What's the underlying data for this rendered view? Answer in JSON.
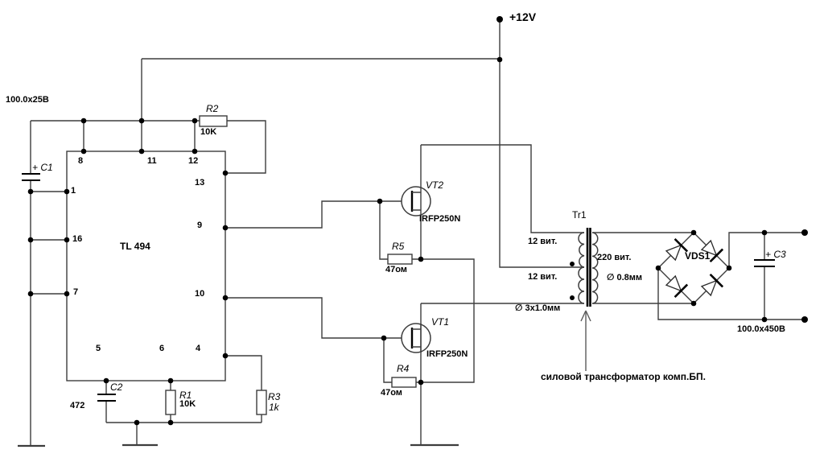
{
  "colors": {
    "bg": "#ffffff",
    "wire": "#3d3d3d",
    "ink": "#000000"
  },
  "sch": {
    "power": "+12V",
    "ic": {
      "name": "TL 494",
      "p1": "1",
      "p4": "4",
      "p5": "5",
      "p6": "6",
      "p7": "7",
      "p8": "8",
      "p9": "9",
      "p10": "10",
      "p11": "11",
      "p12": "12",
      "p13": "13",
      "p16": "16"
    },
    "c1": {
      "ref": "+ C1",
      "value": "100.0x25В"
    },
    "c2": {
      "ref": "C2",
      "value": "472"
    },
    "c3": {
      "ref": "+ C3",
      "value": "100.0x450В"
    },
    "r1": {
      "ref": "R1",
      "value": "10K"
    },
    "r2": {
      "ref": "R2",
      "value": "10K"
    },
    "r3": {
      "ref": "R3",
      "value": "1k"
    },
    "r4": {
      "ref": "R4",
      "value": "47ом"
    },
    "r5": {
      "ref": "R5",
      "value": "47ом"
    },
    "vt1": {
      "ref": "VT1",
      "part": "IRFP250N"
    },
    "vt2": {
      "ref": "VT2",
      "part": "IRFP250N"
    },
    "tr1": {
      "ref": "Tr1",
      "primary_top": "12 вит.",
      "primary_bottom": "12 вит.",
      "secondary": "220 вит.",
      "secondary_wire": "∅  0.8мм",
      "primary_wire": "∅  3x1.0мм",
      "note": "силовой трансформатор комп.БП."
    },
    "vds1": {
      "ref": "VDS1"
    }
  }
}
